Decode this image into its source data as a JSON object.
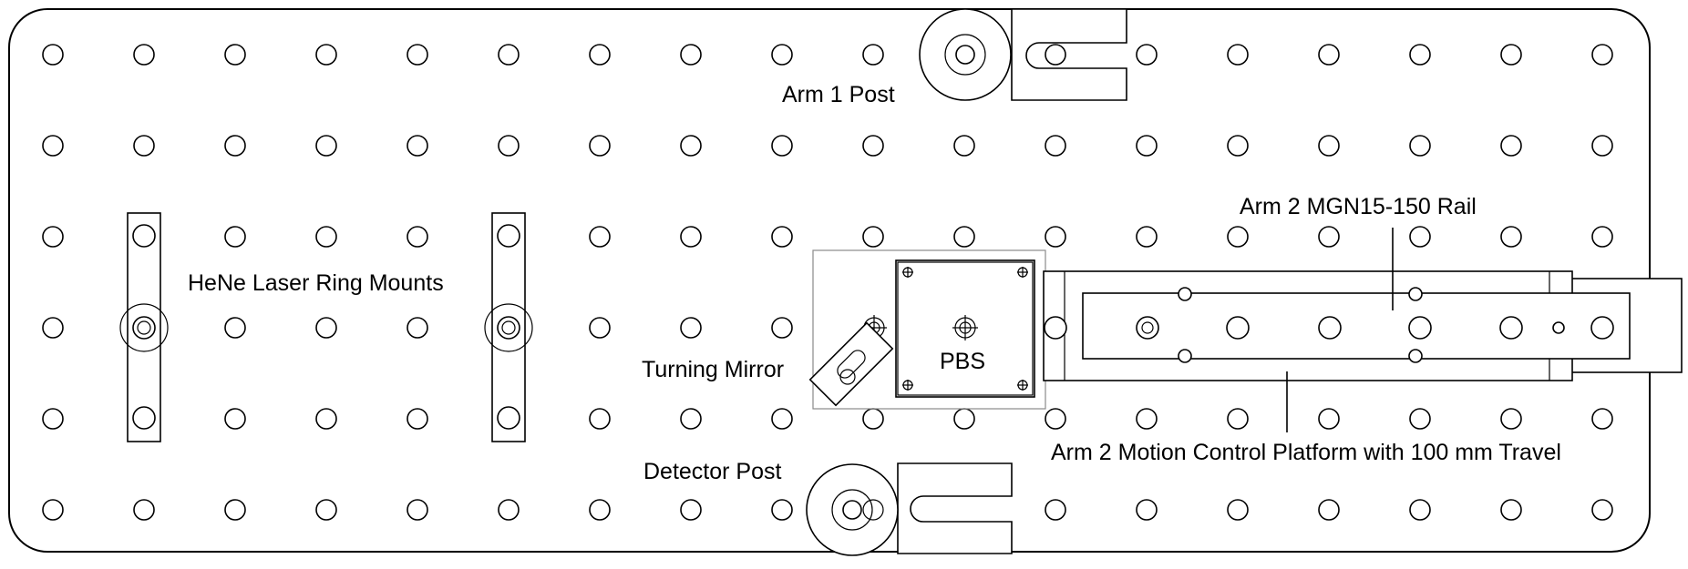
{
  "labels": {
    "arm1_post": "Arm 1 Post",
    "hene_mounts": "HeNe Laser Ring Mounts",
    "arm2_rail": "Arm 2 MGN15-150 Rail",
    "turning_mirror": "Turning Mirror",
    "pbs": "PBS",
    "detector_post": "Detector Post",
    "motion_platform": "Arm 2 Motion Control Platform with 100 mm Travel"
  },
  "colors": {
    "line": "#000000",
    "background": "#ffffff",
    "construction_line": "#8a8a8a"
  }
}
